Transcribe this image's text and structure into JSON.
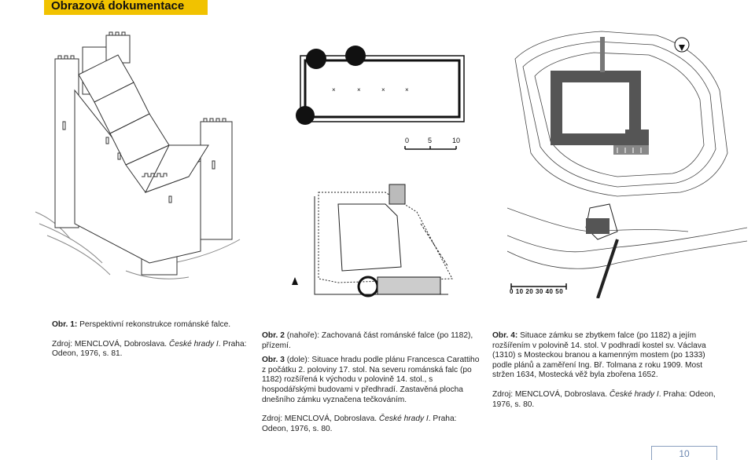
{
  "page": {
    "title": "Obrazová dokumentace",
    "page_number": "10",
    "accent_color": "#f1c200"
  },
  "figures": {
    "fig1": {
      "label": "Obr. 1:",
      "caption": "Perspektivní rekonstrukce románské falce.",
      "source_prefix": "Zdroj: MENCLOVÁ, Dobroslava. ",
      "source_title": "České hrady I",
      "source_suffix": ". Praha: Odeon, 1976, s. 81."
    },
    "fig2": {
      "label": "Obr. 2",
      "caption": " (nahoře): Zachovaná část románské falce (po 1182), přízemí."
    },
    "fig3": {
      "label": "Obr. 3",
      "caption": " (dole): Situace hradu podle plánu Francesca Carattiho z počátku 2. poloviny 17. stol. Na severu románská falc (po 1182) rozšířená k východu v polovině 14. stol., s hospodářskými budovami v předhradí. Zastavěná plocha dnešního zámku vyznačena tečkováním.",
      "source_prefix": "Zdroj: MENCLOVÁ, Dobroslava. ",
      "source_title": "České hrady I",
      "source_suffix": ". Praha: Odeon, 1976, s. 80."
    },
    "fig4": {
      "label": "Obr. 4:",
      "caption": " Situace zámku se zbytkem falce (po 1182) a jejím rozšířením v polovině 14. stol. V podhradí kostel sv. Václava (1310) s Mosteckou branou a kamenným mostem (po 1333) podle plánů a zaměření Ing. Bř. Tolmana z roku 1909. Most stržen 1634, Mostecká věž byla zbořena 1652.",
      "source_prefix": "Zdroj: MENCLOVÁ, Dobroslava. ",
      "source_title": "České hrady I",
      "source_suffix": ". Praha: Odeon, 1976, s. 80."
    }
  },
  "scales": {
    "fig2": [
      "0",
      "5",
      "10"
    ],
    "fig4": [
      "0",
      "10",
      "20",
      "30",
      "40",
      "50"
    ]
  }
}
